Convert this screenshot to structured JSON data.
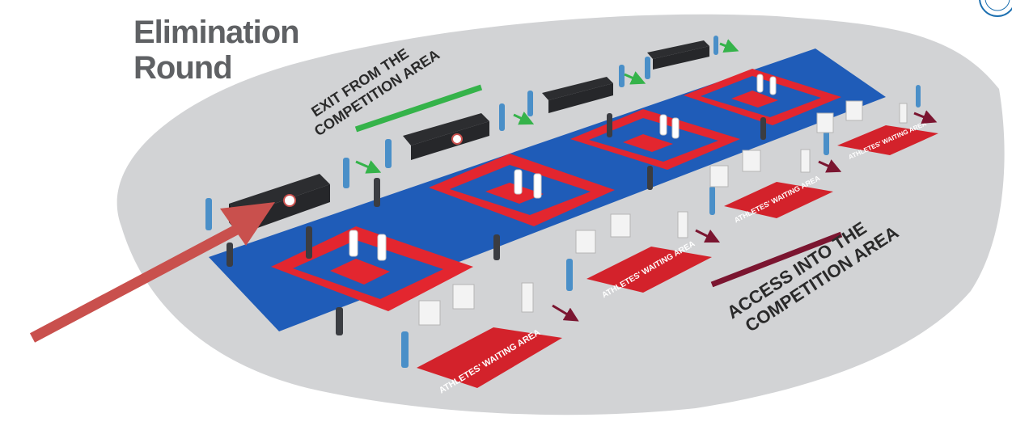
{
  "title": {
    "line1": "Elimination",
    "line2": "Round"
  },
  "labels": {
    "exit": [
      "EXIT FROM THE",
      "COMPETITION AREA"
    ],
    "access": [
      "ACCESS INTO THE",
      "COMPETITION AREA"
    ],
    "waiting_area": "ATHLETES' WAITING AREA"
  },
  "colors": {
    "floor": "#d2d3d5",
    "mat_blue": "#1f5cb8",
    "mat_red": "#e3262f",
    "waiting_red": "#d3222b",
    "exit_green": "#35b34a",
    "access_maroon": "#7b1530",
    "pointer_arrow": "#c9504d",
    "title": "#5f6164"
  },
  "icons": [
    "federation-logo",
    "pointer-arrow-icon"
  ]
}
